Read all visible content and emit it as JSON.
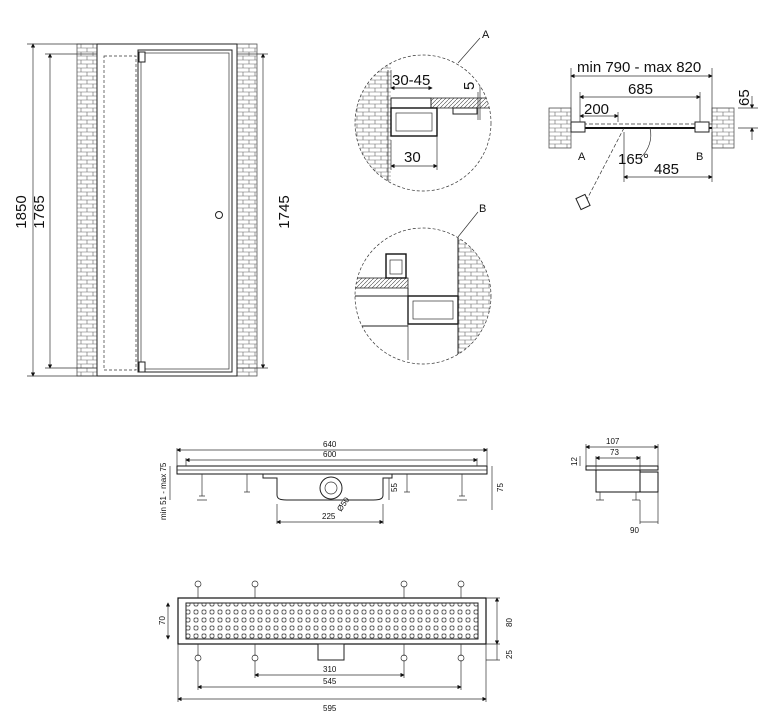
{
  "door_elevation": {
    "height_total": "1850",
    "height_frame": "1765",
    "height_door": "1745"
  },
  "detail_a": {
    "tag": "A",
    "dim_top": "30-45",
    "dim_side": "5",
    "dim_bottom": "30"
  },
  "detail_b": {
    "tag": "B"
  },
  "plan_view": {
    "range": "min 790 - max 820",
    "width": "685",
    "offset": "200",
    "depth": "65",
    "angle": "165°",
    "swing": "485",
    "label_a": "A",
    "label_b": "B"
  },
  "drain_side": {
    "len_outer": "640",
    "len_inner": "600",
    "height_range": "min 51 - max 75",
    "h75": "75",
    "h55": "55",
    "outlet_span": "225",
    "outlet_dia": "Ø50"
  },
  "drain_section": {
    "w107": "107",
    "w73": "73",
    "h12": "12",
    "w90": "90"
  },
  "drain_top": {
    "w70": "70",
    "w80": "80",
    "w25": "25",
    "d310": "310",
    "d545": "545",
    "d595": "595"
  }
}
